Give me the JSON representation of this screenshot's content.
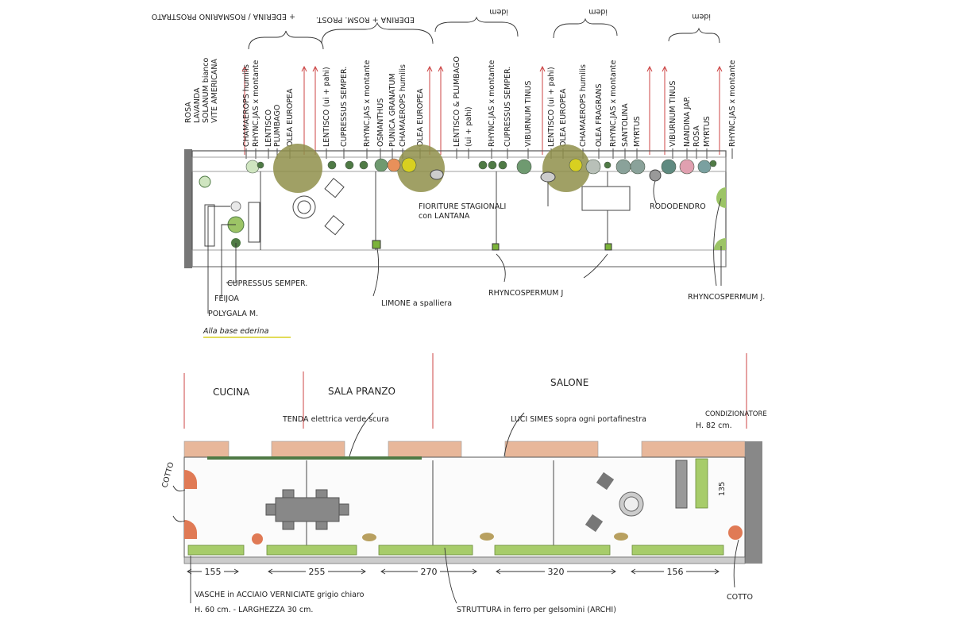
{
  "top_plan": {
    "headers": {
      "ederina_rosmarino": "+ EDERINA / ROSMARINO PROSTRATO",
      "ederina_rosm": "EDERINA + ROSM. PROST.",
      "idem_1": "idem",
      "idem_2": "idem",
      "idem_3": "idem"
    },
    "plant_labels": [
      "ROSA",
      "LAVANDA",
      "SOLANUM bianco",
      "VITE AMERICANA",
      "CHAMAEROPS humilis",
      "RHYNC.JAS x montante",
      "LENTISCO",
      "PLUMBAGO",
      "OLEA EUROPEA",
      "LENTISCO (ui + pahi)",
      "CUPRESSUS SEMPER.",
      "RHYNC.JAS x montante",
      "OSMANTHUS",
      "PUNICA GRANATUM",
      "CHAMAEROPS humilis",
      "OLEA EUROPEA",
      "LENTISCO & PLUMBAGO",
      "(ui + pahi)",
      "RHYNC.JAS x montante",
      "CUPRESSUS SEMPER.",
      "VIBURNUM TINUS",
      "LENTISCO (ui + pahi)",
      "OLEA EUROPEA",
      "CHAMAEROPS humilis",
      "OLEA FRAGRANS",
      "RHYNC.JAS x montante",
      "SANTOLINA",
      "MYRTUS",
      "VIBURNUM TINUS",
      "NANDINA JAP.",
      "ROSA",
      "MYRTUS",
      "RHYNC.JAS x montante"
    ],
    "notes": {
      "fioriture": "FIORITURE STAGIONALI",
      "fioriture_2": "con LANTANA",
      "rododendro": "RODODENDRO",
      "cupressus": "CUPRESSUS SEMPER.",
      "feijoa": "FEIJOA",
      "polygala": "POLYGALA M.",
      "alla_base": "Alla base ederina",
      "limone": "LIMONE a spalliera",
      "rhyncospermum_1": "RHYNCOSPERMUM J",
      "rhyncospermum_2": "RHYNCOSPERMUM J."
    }
  },
  "bottom_plan": {
    "rooms": {
      "cucina": "CUCINA",
      "sala_pranzo": "SALA PRANZO",
      "salone": "SALONE"
    },
    "notes": {
      "tenda": "TENDA elettrica verde scura",
      "luci": "LUCI SIMES sopra ogni portafinestra",
      "condizionatore": "CONDIZIONATORE",
      "condizionatore_h": "H. 82 cm.",
      "cotto_left": "COTTO",
      "cotto_right": "COTTO",
      "dim_135": "135",
      "vasche_1": "VASCHE in ACCIAIO VERNICIATE grigio chiaro",
      "vasche_2": "H. 60 cm. - LARGHEZZA 30 cm.",
      "struttura": "STRUTTURA in ferro per gelsomini (ARCHI)"
    },
    "dimensions": [
      "155",
      "255",
      "270",
      "320",
      "156"
    ]
  },
  "colors": {
    "olive": "#8f8f4a",
    "green": "#9cc466",
    "dark_green": "#4f7a45",
    "terracotta": "#e8b79a",
    "cotto": "#e07a55",
    "red_line": "#cc4444",
    "grey": "#9a9a9a",
    "yellow": "#d8d020"
  }
}
